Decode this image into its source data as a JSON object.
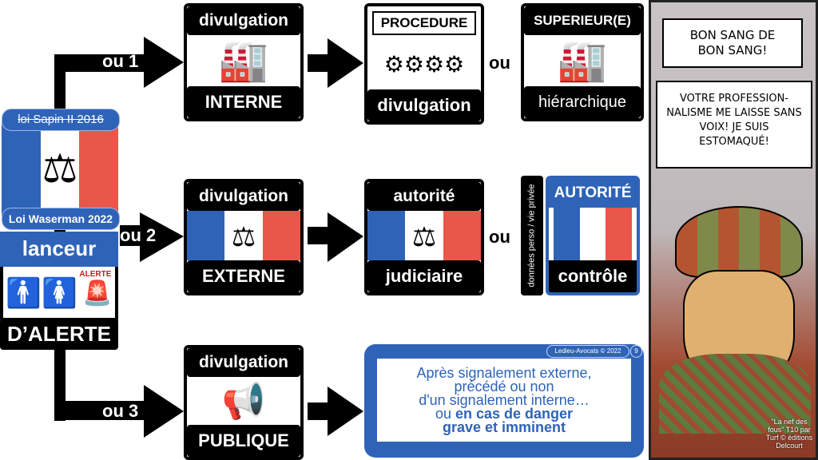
{
  "left": {
    "old_law": "loi Sapin II 2016",
    "new_law": "Loi Waserman 2022",
    "title_top": "lanceur",
    "title_bottom": "D’ALERTE",
    "alert_badge": "ALERTE"
  },
  "branches": [
    {
      "label": "ou 1"
    },
    {
      "label": "ou 2"
    },
    {
      "label": "ou 3"
    }
  ],
  "row1": {
    "box1": {
      "header": "divulgation",
      "footer": "INTERNE",
      "icon": "factory-icon"
    },
    "box2": {
      "header": "PROCEDURE",
      "footer": "divulgation",
      "icon": "gears-icon"
    },
    "or": "ou",
    "box3": {
      "header": "SUPERIEUR(E)",
      "footer": "hiérarchique",
      "icon": "factory-icon"
    }
  },
  "row2": {
    "box1": {
      "header": "divulgation",
      "footer": "EXTERNE"
    },
    "box2": {
      "header": "autorité",
      "footer": "judiciaire"
    },
    "or": "ou",
    "side_label": "données perso / vie privée",
    "box3": {
      "header": "AUTORITÉ",
      "footer": "contrôle"
    }
  },
  "row3": {
    "box1": {
      "header": "divulgation",
      "footer": "PUBLIQUE",
      "icon": "megaphone-icon"
    },
    "note": {
      "line1": "Après signalement externe,",
      "line2": "précédé ou non",
      "line3": "d'un signalement interne…",
      "line4_prefix": "ou ",
      "line4_bold": "en cas de danger",
      "line5": "grave et imminent"
    },
    "copyright": "Ledieu-Avocats © 2022",
    "page": "9"
  },
  "comic": {
    "bubble1": "BON SANG DE BON SANG!",
    "bubble2": "VOTRE PROFESSION-NALISME ME LAISSE SANS VOIX! JE SUIS ESTOMAQUÉ!",
    "credit": "\"La nef des fous\" T10 par Turf © éditions Delcourt"
  },
  "colors": {
    "blue": "#2e63b8",
    "red": "#e8574a",
    "black": "#000000"
  }
}
